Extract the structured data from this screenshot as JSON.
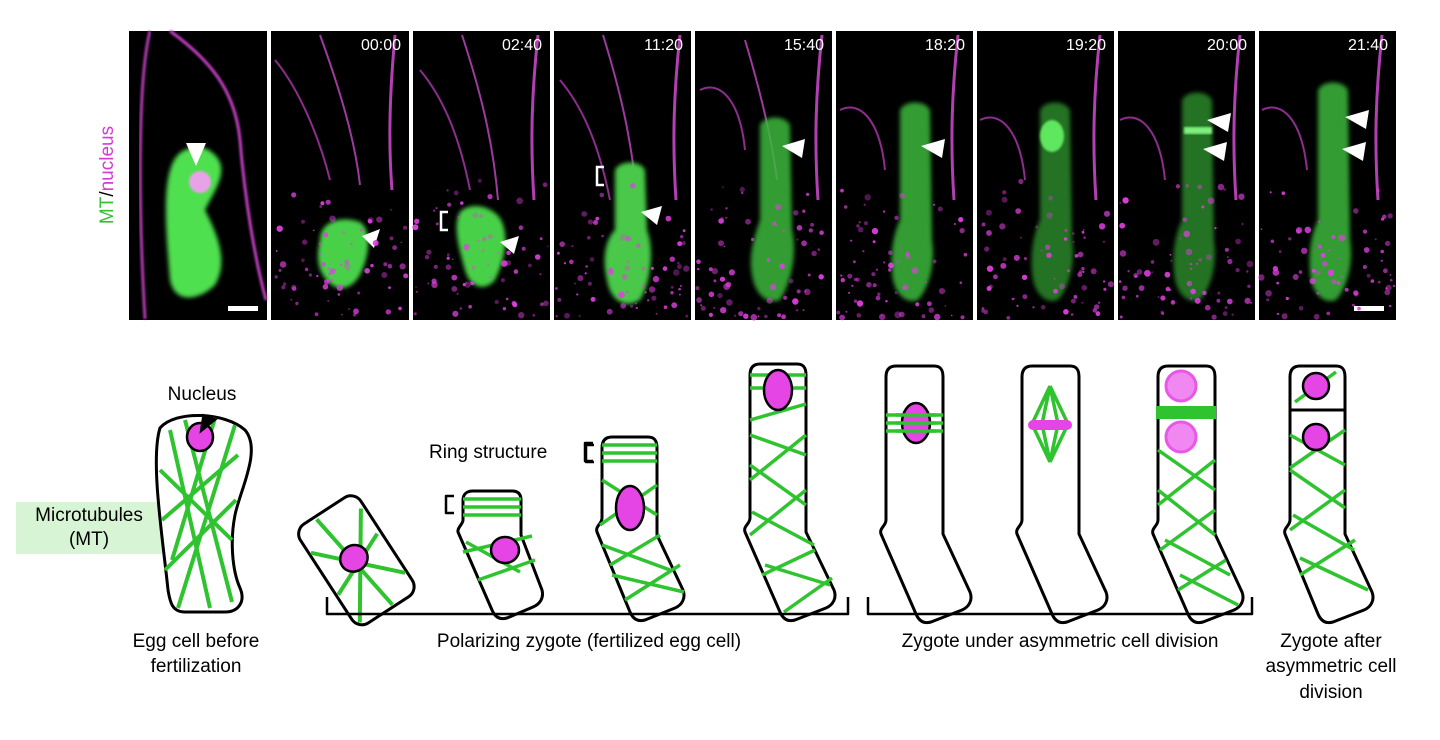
{
  "micrograph": {
    "timestamps": [
      "00:00",
      "02:40",
      "11:20",
      "15:40",
      "18:20",
      "19:20",
      "20:00",
      "21:40"
    ],
    "channel_label_mt": "MT",
    "channel_label_sep": "/",
    "channel_label_nucleus": "nucleus",
    "colors": {
      "mt": "#3ad23a",
      "nucleus": "#e33ae3",
      "background": "#000000"
    }
  },
  "diagram": {
    "nucleus_label": "Nucleus",
    "ring_label": "Ring structure",
    "mt_label_line1": "Microtubules",
    "mt_label_line2": "(MT)",
    "stage_egg_line1": "Egg cell before",
    "stage_egg_line2": "fertilization",
    "stage_polarizing": "Polarizing zygote (fertilized egg cell)",
    "stage_division": "Zygote under asymmetric cell division",
    "stage_after_line1": "Zygote after",
    "stage_after_line2": "asymmetric cell",
    "stage_after_line3": "division",
    "colors": {
      "mt": "#2fc42f",
      "nucleus": "#e645e6",
      "nucleus_light": "#f07cf0",
      "highlight": "#d7f5d4"
    }
  }
}
